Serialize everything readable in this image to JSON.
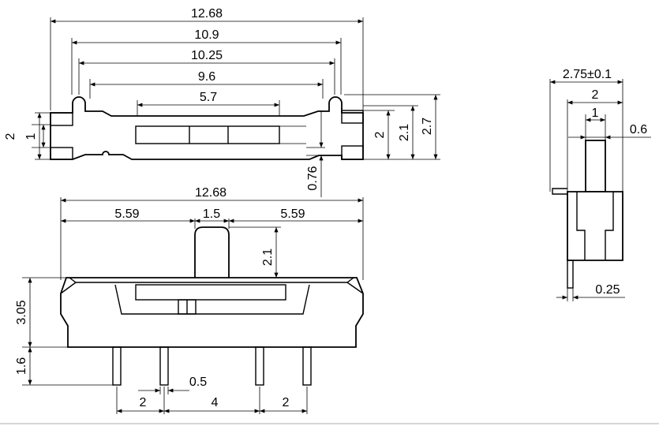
{
  "top_view": {
    "dims": {
      "overall": "12.68",
      "d10_9": "10.9",
      "d10_25": "10.25",
      "d9_6": "9.6",
      "slot": "5.7",
      "left_2": "2",
      "left_1": "1",
      "right_2": "2",
      "right_2_1": "2.1",
      "right_2_7": "2.7",
      "d0_76": "0.76"
    }
  },
  "front_view": {
    "dims": {
      "overall": "12.68",
      "left_5_59": "5.59",
      "mid_1_5": "1.5",
      "right_5_59": "5.59",
      "actuator_2_1": "2.1",
      "body_3_05": "3.05",
      "pin_1_6": "1.6",
      "pin_0_5": "0.5",
      "pitch_2_left": "2",
      "pitch_4": "4",
      "pitch_2_right": "2"
    }
  },
  "side_view": {
    "dims": {
      "width_tol": "2.75±0.1",
      "w2": "2",
      "w1": "1",
      "w0_6": "0.6",
      "w0_25": "0.25"
    }
  }
}
